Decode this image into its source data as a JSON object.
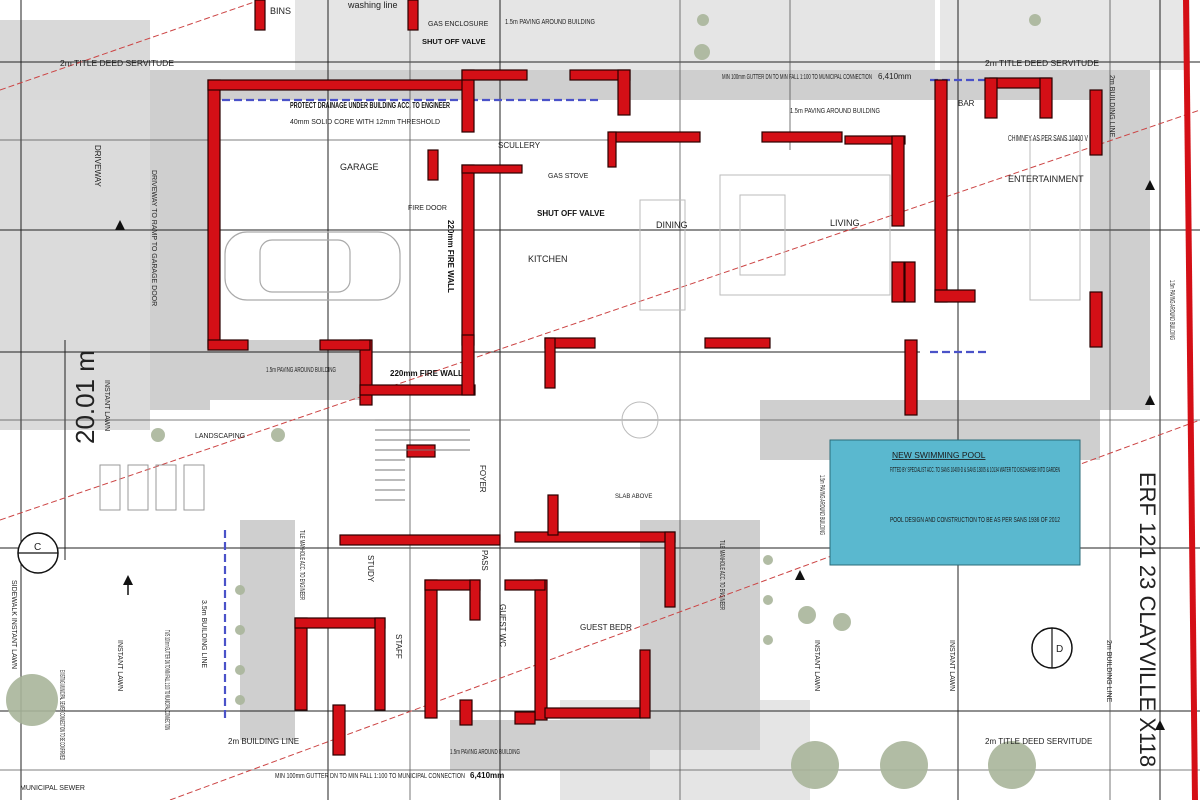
{
  "colors": {
    "wall": "#d40f16",
    "pool": "#5ab8cf",
    "paving": "#cfcfcf",
    "tree": "#a9b59a",
    "boundary": "#d40f16",
    "drainage": "#4a52c8"
  },
  "labels": {
    "bins": "BINS",
    "washing_line": "washing line",
    "gas_enclosure": "GAS ENCLOSURE",
    "gas_shutoff_top": "SHUT OFF VALVE",
    "title_deed_servitude_top_left": "2m TITLE DEED SERVITUDE",
    "title_deed_servitude_top_right": "2m TITLE DEED SERVITUDE",
    "paving_around_building_1": "1.5m PAVING AROUND BUILDING",
    "paving_around_building_2": "1.5m PAVING AROUND BUILDING",
    "paving_around_building_3": "1.5m PAVING AROUND BUILDING",
    "paving_around_building_4": "1.5m PAVING AROUND BUILDING",
    "paving_around_building_5": "1.5m PAVING AROUND BUILDING",
    "gutter_note_top": "MIN 100mm GUTTER DN TO MIN FALL 1:100 TO MUNICIPAL CONNECTION",
    "gutter_note_bottom": "MIN 100mm GUTTER DN TO MIN FALL 1:100 TO MUNICIPAL CONNECTION",
    "dim_6410": "6,410mm",
    "dim_6410_b": "6,410mm",
    "protect_drainage": "PROTECT DRAINAGE UNDER BUILDING ACC. TO ENGINEER",
    "garage_door_note": "40mm SOLID CORE WITH 12mm THRESHOLD",
    "fire_door": "FIRE DOOR",
    "scullery": "SCULLERY",
    "gas_stove": "GAS STOVE",
    "gas_shutoff_kitchen": "SHUT OFF VALVE",
    "garage": "GARAGE",
    "kitchen": "KITCHEN",
    "dining": "DINING",
    "living": "LIVING",
    "entertainment": "ENTERTAINMENT",
    "bar": "BAR",
    "chimney": "CHIMNEY AS PER SANS 10400 V",
    "driveway_note": "DRIVEWAY TO RAMP TO GARAGE DOOR",
    "driveway": "DRIVEWAY",
    "fire_wall_1": "220mm FIRE WALL",
    "fire_wall_2": "220mm FIRE WALL",
    "paving_left": "1.5m PAVING AROUND BUILDING",
    "dimension_20m": "20.01 m",
    "instant_lawn_1": "INSTANT LAWN",
    "instant_lawn_2": "INSTANT LAWN",
    "instant_lawn_3": "INSTANT LAWN",
    "instant_lawn_4": "INSTANT LAWN",
    "landscaping": "LANDSCAPING",
    "foyer": "FOYER",
    "study": "STUDY",
    "pass": "PASS",
    "staff": "STAFF",
    "guest_bedr": "GUEST BEDR",
    "guest_wc": "GUEST WC",
    "erf": "ERF 121 23 CLAYVILLE X118",
    "building_line_bottom": "2m BUILDING LINE",
    "building_line_right": "2m BUILDING LINE",
    "building_line_right_top": "2m BUILDING LINE",
    "building_line_left": "3.5m BUILDING LINE",
    "title_deed_servitude_bottom": "2m TITLE DEED SERVITUDE",
    "sidewalk": "SIDEWALK INSTANT LAWN",
    "municipal_note": "EXISTING MUNICIPAL SEWER CONNECTION TO BE CONFIRMED",
    "municipal_sewer": "MUNICIPAL SEWER",
    "gutter_note_left": "TWS 100mm GUTTER DN TO MIN FALL 1:100 TO MUNICIPAL CONNECTION",
    "tile_manhole_1": "TILE MANHOLE ACC. TO ENGINEER",
    "tile_manhole_2": "TILE MANHOLE ACC. TO ENGINEER",
    "slab_above": "SLAB ABOVE",
    "section_c": "C",
    "section_d": "D",
    "pool_title": "NEW SWIMMING POOL",
    "pool_line1": "FITTED BY SPECIALIST ACC. TO SANS 10400-D & SANS 13005 & 10134 WATER TO DISCHARGE INTO GARDEN",
    "pool_line2": "POOL DESIGN AND CONSTRUCTION TO BE AS PER SANS 1936 OF 2012"
  }
}
